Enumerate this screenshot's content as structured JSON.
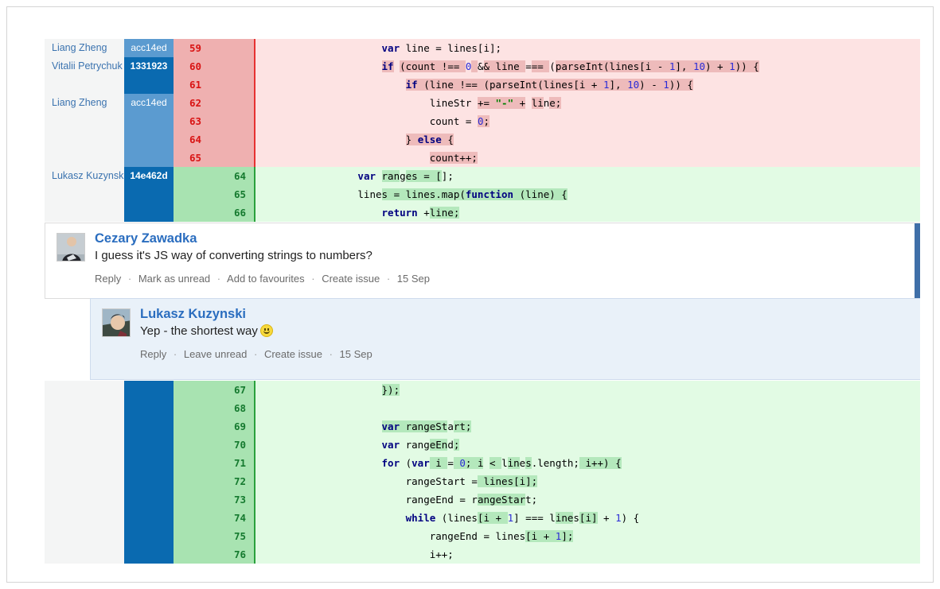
{
  "blocks": {
    "top": {
      "rows": [
        {
          "author": "Liang Zheng",
          "hash": "acc14ed",
          "hash_style": "light",
          "lnum": "59",
          "type": "del",
          "code": "                    <hl><k>var</k> <hl2>line</hl2> = lines[i];</hl>"
        },
        {
          "author": "Vitalii Petrychuk",
          "hash": "1331923",
          "hash_style": "dark",
          "lnum": "60",
          "type": "del",
          "code": "<k>if</k> (count !== 0 && line === (parseInt(lines[i - 1], 10) + 1)) {"
        },
        {
          "author": "",
          "hash": "",
          "hash_style": "dark",
          "lnum": "61",
          "type": "del",
          "code": "    <k>if</k> (line !== (parseInt(lines[i + 1], 10) - 1)) {"
        },
        {
          "author": "Liang Zheng",
          "hash": "acc14ed",
          "hash_style": "light",
          "lnum": "62",
          "type": "del",
          "code": "        lineStr += \"-\" + line;"
        },
        {
          "author": "",
          "hash": "",
          "hash_style": "light",
          "lnum": "63",
          "type": "del",
          "code": "        count = 0;"
        },
        {
          "author": "",
          "hash": "",
          "hash_style": "light",
          "lnum": "64",
          "type": "del",
          "code": "    } else {"
        },
        {
          "author": "",
          "hash": "",
          "hash_style": "light",
          "lnum": "65",
          "type": "del",
          "code": "        count++;"
        },
        {
          "author": "Lukasz Kuzynski",
          "hash": "14e462d",
          "hash_style": "dark",
          "lnum": "64",
          "type": "add",
          "code": "    var ranges = [];"
        },
        {
          "author": "",
          "hash": "",
          "hash_style": "dark",
          "lnum": "65",
          "type": "add",
          "code": "    lines = lines.map(function (line) {"
        },
        {
          "author": "",
          "hash": "",
          "hash_style": "dark",
          "lnum": "66",
          "type": "add",
          "code": "        return +line;"
        }
      ]
    },
    "bottom": {
      "rows": [
        {
          "author": "",
          "hash": "",
          "hash_style": "dark",
          "lnum": "67",
          "type": "add",
          "code": "        });"
        },
        {
          "author": "",
          "hash": "",
          "hash_style": "dark",
          "lnum": "68",
          "type": "add",
          "code": ""
        },
        {
          "author": "",
          "hash": "",
          "hash_style": "dark",
          "lnum": "69",
          "type": "add",
          "code": "        var rangeStart;"
        },
        {
          "author": "",
          "hash": "",
          "hash_style": "dark",
          "lnum": "70",
          "type": "add",
          "code": "        var rangeEnd;"
        },
        {
          "author": "",
          "hash": "",
          "hash_style": "dark",
          "lnum": "71",
          "type": "add",
          "code": "        for (var i = 0; i < lines.length; i++) {"
        },
        {
          "author": "",
          "hash": "",
          "hash_style": "dark",
          "lnum": "72",
          "type": "add",
          "code": "            rangeStart = lines[i];"
        },
        {
          "author": "",
          "hash": "",
          "hash_style": "dark",
          "lnum": "73",
          "type": "add",
          "code": "            rangeEnd = rangeStart;"
        },
        {
          "author": "",
          "hash": "",
          "hash_style": "dark",
          "lnum": "74",
          "type": "add",
          "code": "            while (lines[i + 1] === lines[i] + 1) {"
        },
        {
          "author": "",
          "hash": "",
          "hash_style": "dark",
          "lnum": "75",
          "type": "add",
          "code": "                rangeEnd = lines[i + 1];"
        },
        {
          "author": "",
          "hash": "",
          "hash_style": "dark",
          "lnum": "76",
          "type": "add",
          "code": "                i++;"
        }
      ]
    }
  },
  "comments": [
    {
      "author": "Cezary Zawadka",
      "text": "I guess it's JS way of converting strings to numbers?",
      "actions": [
        "Reply",
        "Mark as unread",
        "Add to favourites",
        "Create issue"
      ],
      "date": "15 Sep",
      "has_emoji": false
    },
    {
      "author": "Lukasz Kuzynski",
      "text": "Yep - the shortest way",
      "actions": [
        "Reply",
        "Leave unread",
        "Create issue"
      ],
      "date": "15 Sep",
      "has_emoji": true
    }
  ],
  "colors": {
    "del_bg": "#fde3e3",
    "del_gutter": "#efb0b0",
    "del_marker": "#e63232",
    "add_bg": "#e2fbe4",
    "add_gutter": "#a8e3b1",
    "add_marker": "#2aa13d",
    "hash_dark": "#0a6ab0",
    "hash_light": "#5b9bd0",
    "author_link": "#3b73af",
    "comment_accent": "#3f6fa8",
    "reply_bg": "#e9f1f9"
  }
}
